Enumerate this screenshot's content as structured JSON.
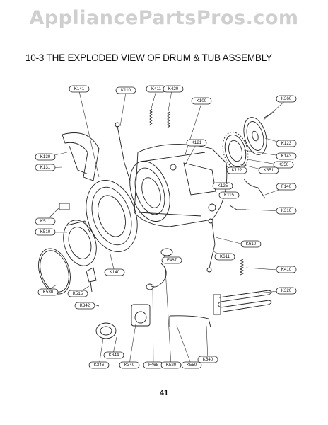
{
  "watermark": "AppliancePartsPros.com",
  "section_title": "10-3 THE EXPLODED VIEW OF DRUM & TUB ASSEMBLY",
  "page_number": "41",
  "part_labels": [
    "K141",
    "K110",
    "K411",
    "K420",
    "K100",
    "K360",
    "K123",
    "K143",
    "K350",
    "K351",
    "K122",
    "K121",
    "K125",
    "K115",
    "F140",
    "K310",
    "K130",
    "K131",
    "K511",
    "K510",
    "K610",
    "K611",
    "F467",
    "K140",
    "K410",
    "K530",
    "K515",
    "K320",
    "K342",
    "K344",
    "K340",
    "K346",
    "F468",
    "K520",
    "K550",
    "K540"
  ]
}
